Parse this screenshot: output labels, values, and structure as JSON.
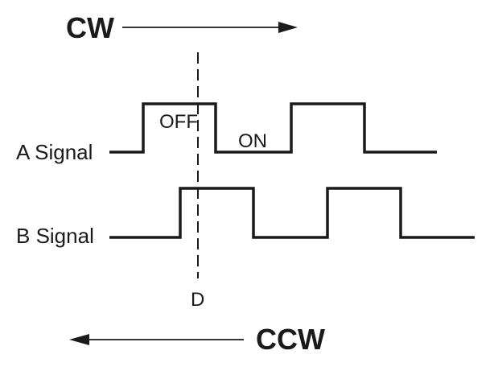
{
  "directions": {
    "cw_label": "CW",
    "ccw_label": "CCW"
  },
  "signals": {
    "a_label": "A Signal",
    "b_label": "B Signal"
  },
  "states": {
    "off_label": "OFF",
    "on_label": "ON"
  },
  "marker": {
    "d_label": "D"
  }
}
